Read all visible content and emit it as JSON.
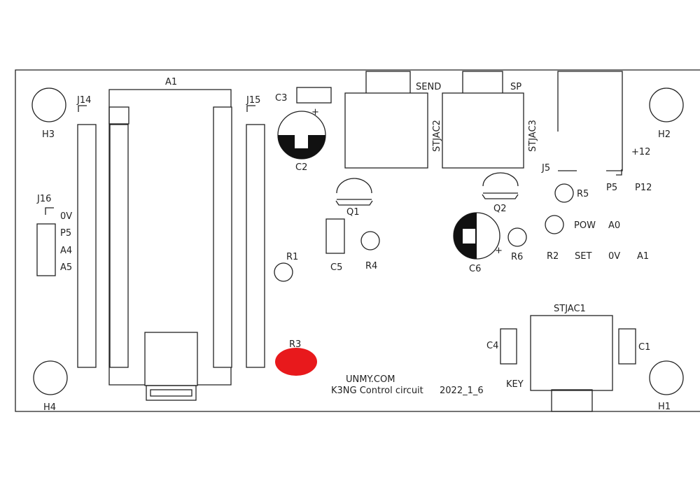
{
  "labels": {
    "a1": "A1",
    "j14": "J14",
    "j15": "J15",
    "j16": "J16",
    "h1": "H1",
    "h2": "H2",
    "h3": "H3",
    "h4": "H4",
    "c1": "C1",
    "c2": "C2",
    "c3": "C3",
    "c4": "C4",
    "c5": "C5",
    "c6": "C6",
    "r1": "R1",
    "r2": "R2",
    "r3": "R3",
    "r4": "R4",
    "r5": "R5",
    "r6": "R6",
    "q1": "Q1",
    "q2": "Q2",
    "stjac1": "STJAC1",
    "stjac2": "STJAC2",
    "stjac3": "STJAC3",
    "send": "SEND",
    "sp": "SP",
    "key": "KEY",
    "j5": "J5",
    "p5": "P5",
    "p12": "P12",
    "plus12": "+12",
    "pow": "POW",
    "a0": "A0",
    "set": "SET",
    "ov_right": "0V",
    "a1_pin": "A1",
    "j16_pins": [
      "0V",
      "P5",
      "A4",
      "A5"
    ],
    "plus": "+"
  },
  "footer": {
    "site": "UNMY.COM",
    "title": "K3NG Control circuit",
    "date": "2022_1_6"
  },
  "colors": {
    "outline": "#222222",
    "highlight": "#e8191c",
    "background": "#ffffff"
  }
}
